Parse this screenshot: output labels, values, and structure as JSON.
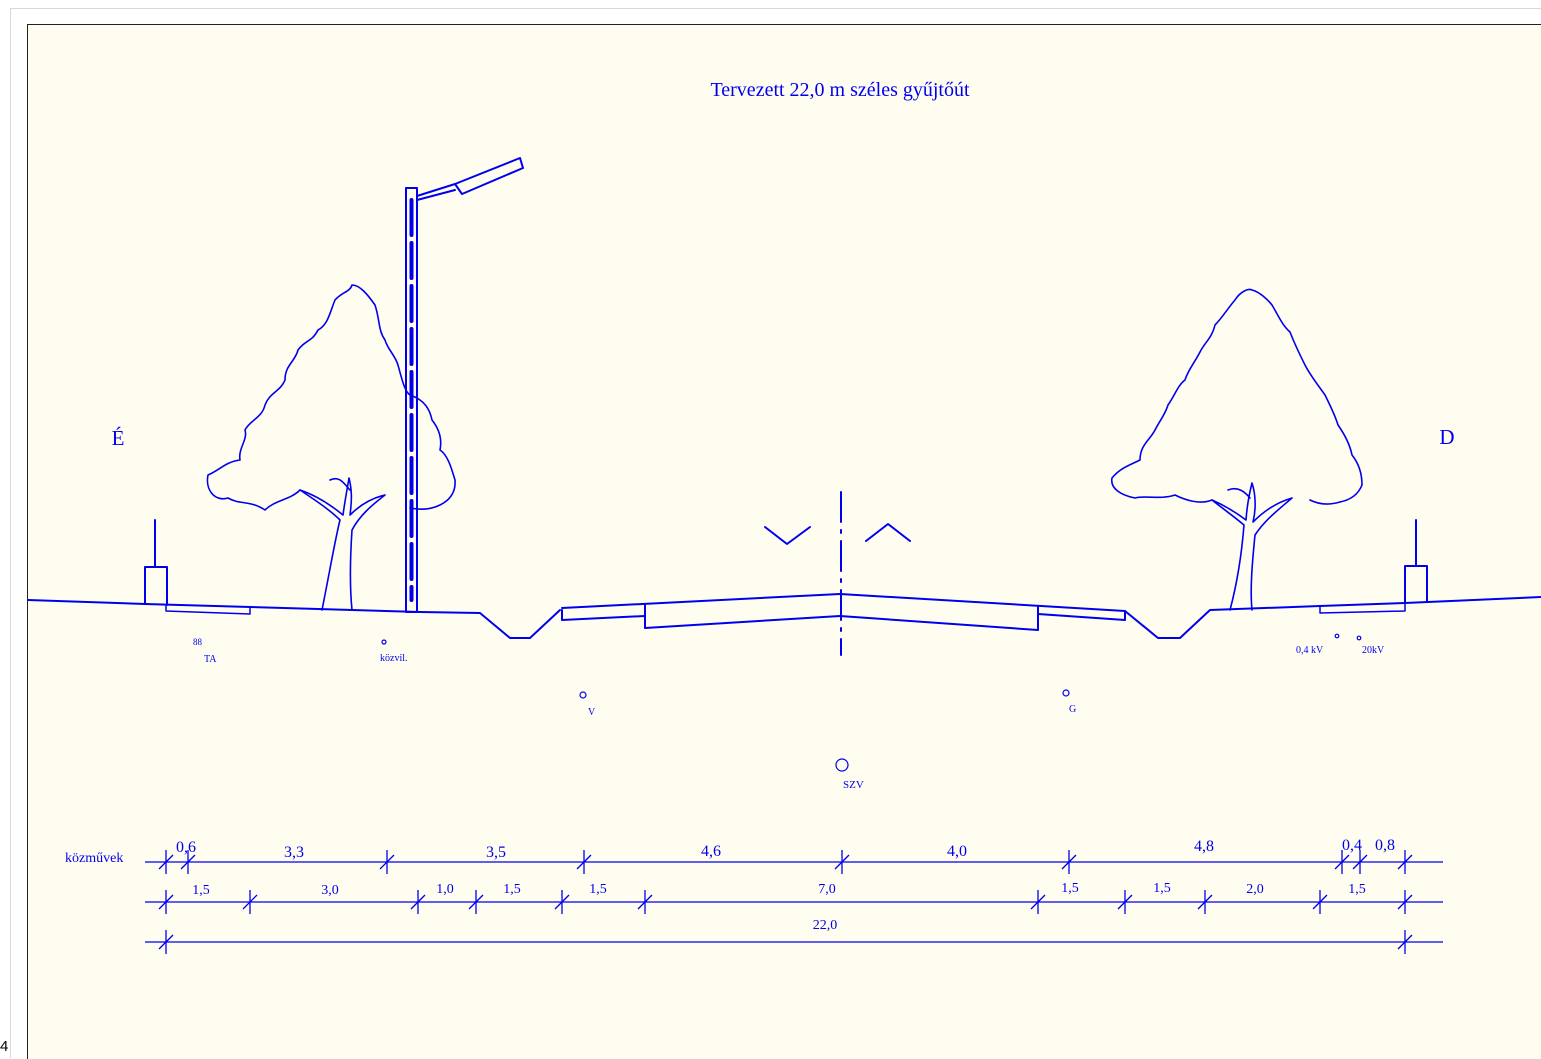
{
  "title": "Tervezett 22,0 m széles gyűjtőút",
  "orientation": {
    "left": "É",
    "right": "D"
  },
  "utility_labels": {
    "telecom_symbol": "88",
    "telecom": "TA",
    "street_light": "közvil.",
    "water": "V",
    "gas": "G",
    "sewer": "SZV",
    "low_voltage": "0,4 kV",
    "high_voltage": "20kV"
  },
  "dimension_rows": {
    "utilities_label": "közművek",
    "row1": [
      "0,6",
      "3,3",
      "3,5",
      "4,6",
      "4,0",
      "4,8",
      "0,4",
      "0,8"
    ],
    "row2": [
      "1,5",
      "3,0",
      "1,0",
      "1,5",
      "1,5",
      "7,0",
      "1,5",
      "1,5",
      "2,0",
      "1,5"
    ],
    "row3": [
      "22,0"
    ]
  },
  "page_number": "4",
  "colors": {
    "line": "#0000ee",
    "background": "#fffdf0"
  }
}
